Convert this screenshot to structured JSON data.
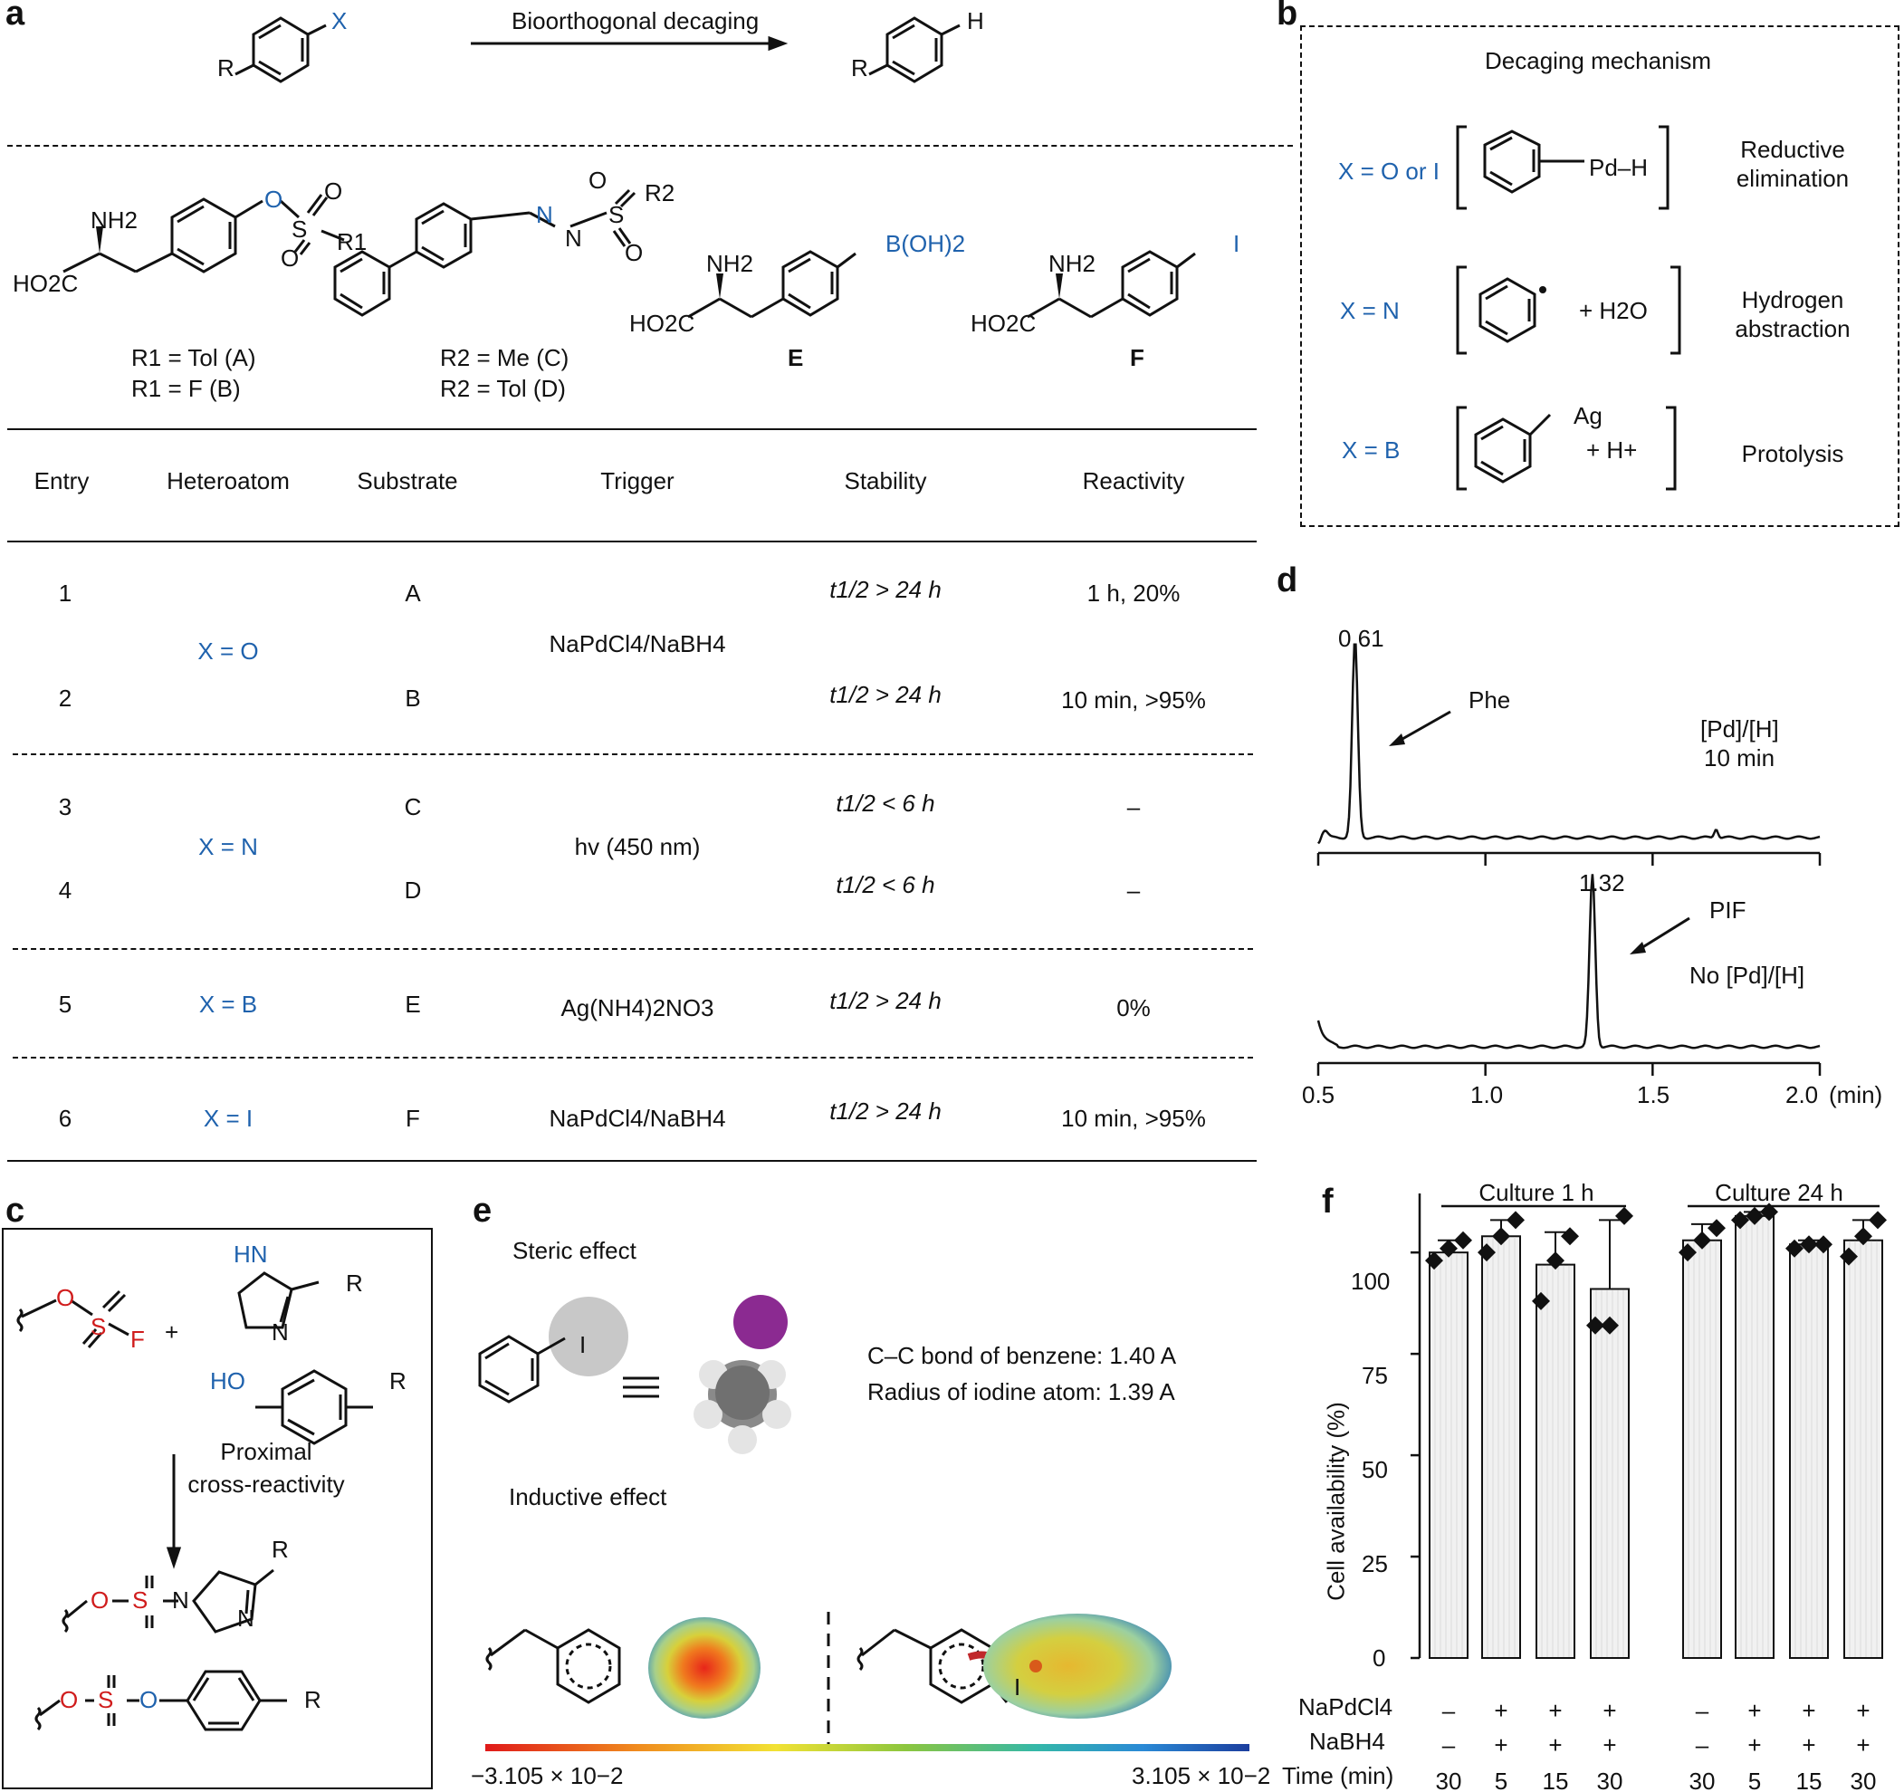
{
  "panel_a": {
    "label": "a",
    "scheme": {
      "reactant_x": "X",
      "reactant_r": "R",
      "arrow_label": "Bioorthogonal decaging",
      "product_h": "H",
      "product_r": "R"
    },
    "structures": {
      "A_B": {
        "nh2": "NH2",
        "ho2c": "HO2C",
        "o": "O",
        "s": "S",
        "o1": "O",
        "o2": "O",
        "r": "R1",
        "line1": "R1 = Tol (A)",
        "line2": "R1 = F (B)"
      },
      "C_D": {
        "n1": "N",
        "n2": "N",
        "s": "S",
        "o1": "O",
        "o2": "O",
        "r": "R2",
        "line1": "R2 = Me (C)",
        "line2": "R2 = Tol (D)"
      },
      "E": {
        "nh2": "NH2",
        "ho2c": "HO2C",
        "boron": "B(OH)2",
        "name": "E"
      },
      "F": {
        "nh2": "NH2",
        "ho2c": "HO2C",
        "iodo": "I",
        "name": "F"
      }
    },
    "table": {
      "headers": [
        "Entry",
        "Heteroatom",
        "Substrate",
        "Trigger",
        "Stability",
        "Reactivity"
      ],
      "rows": [
        {
          "entry": "1",
          "substrate": "A",
          "stability": "t1/2 > 24 h",
          "reactivity": "1 h, 20%"
        },
        {
          "entry": "2",
          "substrate": "B",
          "stability": "t1/2 > 24 h",
          "reactivity": "10 min, >95%"
        },
        {
          "entry": "3",
          "substrate": "C",
          "stability": "t1/2 < 6 h",
          "reactivity": "–"
        },
        {
          "entry": "4",
          "substrate": "D",
          "stability": "t1/2 < 6 h",
          "reactivity": "–"
        },
        {
          "entry": "5",
          "substrate": "E",
          "stability": "t1/2 > 24 h",
          "reactivity": "0%"
        },
        {
          "entry": "6",
          "substrate": "F",
          "stability": "t1/2 > 24 h",
          "reactivity": "10 min, >95%"
        }
      ],
      "groups": [
        {
          "heteroatom": "X = O",
          "trigger": "NaPdCl4/NaBH4"
        },
        {
          "heteroatom": "X = N",
          "trigger": "hv (450 nm)"
        },
        {
          "heteroatom": "X = B",
          "trigger": "Ag(NH4)2NO3"
        },
        {
          "heteroatom": "X = I",
          "trigger": "NaPdCl4/NaBH4"
        }
      ]
    }
  },
  "panel_b": {
    "label": "b",
    "title": "Decaging mechanism",
    "rows": [
      {
        "condition": "X = O or I",
        "species": "Pd–H",
        "mechanism_line1": "Reductive",
        "mechanism_line2": "elimination"
      },
      {
        "condition": "X = N",
        "species": "+ H2O",
        "mechanism_line1": "Hydrogen",
        "mechanism_line2": "abstraction"
      },
      {
        "condition": "X = B",
        "species_top": "Ag",
        "species": "+ H+",
        "mechanism_line1": "Protolysis",
        "mechanism_line2": ""
      }
    ]
  },
  "panel_c": {
    "label": "c",
    "o": "O",
    "s": "S",
    "f": "F",
    "plus": "+",
    "hn": "HN",
    "n": "N",
    "r": "R",
    "ho": "HO",
    "note_line1": "Proximal",
    "note_line2": "cross-reactivity"
  },
  "panel_d": {
    "label": "d",
    "chart_data": {
      "type": "line",
      "xlabel": "(min)",
      "xlim": [
        0.5,
        2.0
      ],
      "x_ticks": [
        "0.5",
        "1.0",
        "1.5",
        "2.0"
      ],
      "traces": [
        {
          "peak_label": "0.61",
          "peak_x": 0.61,
          "annotation": "Phe",
          "condition_line1": "[Pd]/[H]",
          "condition_line2": "10 min"
        },
        {
          "peak_label": "1.32",
          "peak_x": 1.32,
          "annotation": "PIF",
          "condition_line1": "No [Pd]/[H]",
          "condition_line2": ""
        }
      ]
    }
  },
  "panel_e": {
    "label": "e",
    "steric_title": "Steric effect",
    "iodo": "I",
    "bond_text": "C–C bond of benzene: 1.40 A",
    "radius_text": "Radius of iodine atom: 1.39 A",
    "inductive_title": "Inductive effect",
    "scale_min": "−3.105 × 10−2",
    "scale_max": "3.105 × 10−2",
    "colors": {
      "iodine": "#8b2a91",
      "carbon": "#7a7a7a",
      "hydrogen": "#e6e6e6",
      "arrow": "#c0282b"
    }
  },
  "panel_f": {
    "label": "f",
    "chart_data": {
      "type": "bar",
      "ylabel": "Cell availability (%)",
      "ylim": [
        0,
        115
      ],
      "y_ticks": [
        "0",
        "25",
        "50",
        "75",
        "100"
      ],
      "groups": [
        "Culture 1 h",
        "Culture 24 h"
      ],
      "rows": [
        {
          "label": "NaPdCl4",
          "values": [
            "–",
            "+",
            "+",
            "+",
            "–",
            "+",
            "+",
            "+"
          ]
        },
        {
          "label": "NaBH4",
          "values": [
            "–",
            "+",
            "+",
            "+",
            "–",
            "+",
            "+",
            "+"
          ]
        },
        {
          "label": "Time (min)",
          "values": [
            "30",
            "5",
            "15",
            "30",
            "30",
            "5",
            "15",
            "30"
          ]
        }
      ],
      "bars": [
        {
          "mean": 100,
          "err": 3,
          "points": [
            98,
            101,
            103
          ]
        },
        {
          "mean": 104,
          "err": 4,
          "points": [
            100,
            104,
            108
          ]
        },
        {
          "mean": 97,
          "err": 8,
          "points": [
            88,
            98,
            104
          ]
        },
        {
          "mean": 91,
          "err": 17,
          "points": [
            82,
            82,
            109
          ]
        },
        {
          "mean": 103,
          "err": 4,
          "points": [
            100,
            103,
            106
          ]
        },
        {
          "mean": 109,
          "err": 1,
          "points": [
            108,
            109,
            110
          ]
        },
        {
          "mean": 102,
          "err": 1,
          "points": [
            101,
            102,
            102
          ]
        },
        {
          "mean": 103,
          "err": 5,
          "points": [
            99,
            104,
            108
          ]
        }
      ]
    }
  }
}
